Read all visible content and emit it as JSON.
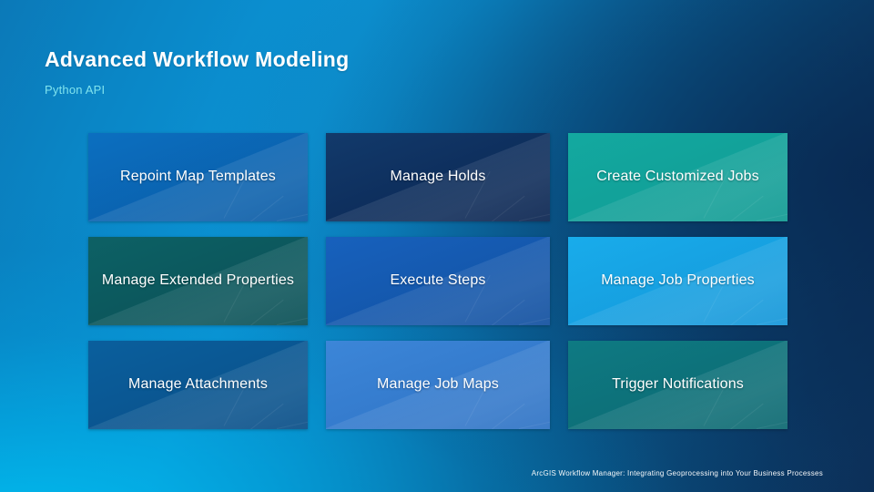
{
  "slide": {
    "title": "Advanced Workflow Modeling",
    "subtitle": "Python API"
  },
  "colors": {
    "background_from": "#0c93d4",
    "background_to": "#0c2f58",
    "subtitle": "#7fe3ee",
    "label": "#ffffff"
  },
  "tiles": [
    {
      "label": "Repoint Map Templates",
      "color_from": "#0b6fc0",
      "color_to": "#0a5aa4",
      "row": 1,
      "col": 1
    },
    {
      "label": "Manage Holds",
      "color_from": "#123a6b",
      "color_to": "#0a2450",
      "row": 1,
      "col": 2
    },
    {
      "label": "Create Customized Jobs",
      "color_from": "#13a9a0",
      "color_to": "#119a93",
      "row": 1,
      "col": 3
    },
    {
      "label": "Manage Extended Properties",
      "color_from": "#0d6165",
      "color_to": "#0a4f55",
      "row": 2,
      "col": 1
    },
    {
      "label": "Execute Steps",
      "color_from": "#1761bd",
      "color_to": "#12509f",
      "row": 2,
      "col": 2
    },
    {
      "label": "Manage Job Properties",
      "color_from": "#18aceb",
      "color_to": "#1596d8",
      "row": 2,
      "col": 3
    },
    {
      "label": "Manage Attachments",
      "color_from": "#0a5f9d",
      "color_to": "#094e87",
      "row": 3,
      "col": 1
    },
    {
      "label": "Manage Job Maps",
      "color_from": "#3c86d8",
      "color_to": "#2e72c4",
      "row": 3,
      "col": 2
    },
    {
      "label": "Trigger Notifications",
      "color_from": "#0e7a83",
      "color_to": "#0c6870",
      "row": 3,
      "col": 3
    }
  ],
  "footer": {
    "text": "ArcGIS Workflow Manager: Integrating Geoprocessing into Your Business Processes"
  }
}
